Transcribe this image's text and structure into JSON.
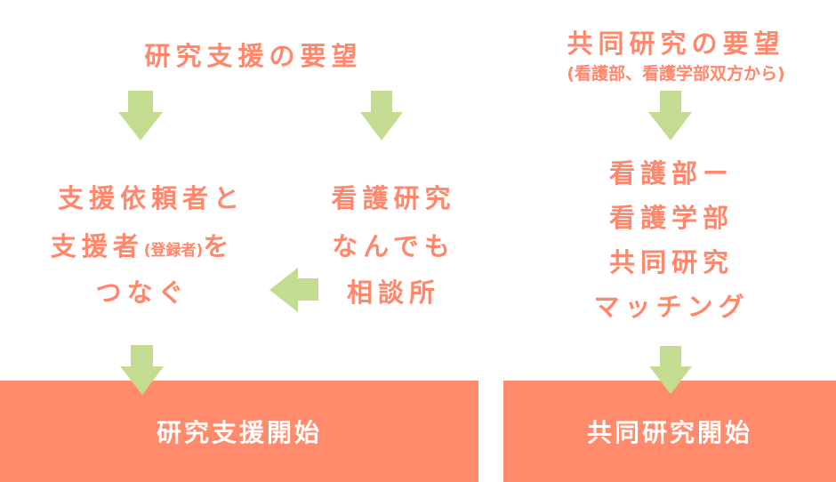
{
  "colors": {
    "text_accent": "#ff876b",
    "box_fill": "#ff8a6c",
    "arrow": "#c3dc92",
    "box_text": "#ffffff"
  },
  "left_flow": {
    "header": "研究支援の要望",
    "nursing_consult": {
      "line1": "看護研究",
      "line2": "なんでも",
      "line3": "相談所"
    },
    "connect": {
      "line1": "支援依頼者と",
      "line2_a": "支援者",
      "line2_b": "(登録者)",
      "line2_c": "を",
      "line3": "つなぐ"
    },
    "result_box": "研究支援開始"
  },
  "right_flow": {
    "header": "共同研究の要望",
    "subheader": "(看護部、看護学部双方から)",
    "matching": {
      "line1": "看護部ー",
      "line2": "看護学部",
      "line3": "共同研究",
      "line4": "マッチング"
    },
    "result_box": "共同研究開始"
  },
  "arrows": [
    {
      "id": "left-header-to-connect",
      "direction": "down"
    },
    {
      "id": "left-header-to-consult",
      "direction": "down"
    },
    {
      "id": "consult-to-connect",
      "direction": "left"
    },
    {
      "id": "connect-to-start",
      "direction": "down"
    },
    {
      "id": "right-header-to-matching",
      "direction": "down"
    },
    {
      "id": "matching-to-start",
      "direction": "down"
    }
  ]
}
